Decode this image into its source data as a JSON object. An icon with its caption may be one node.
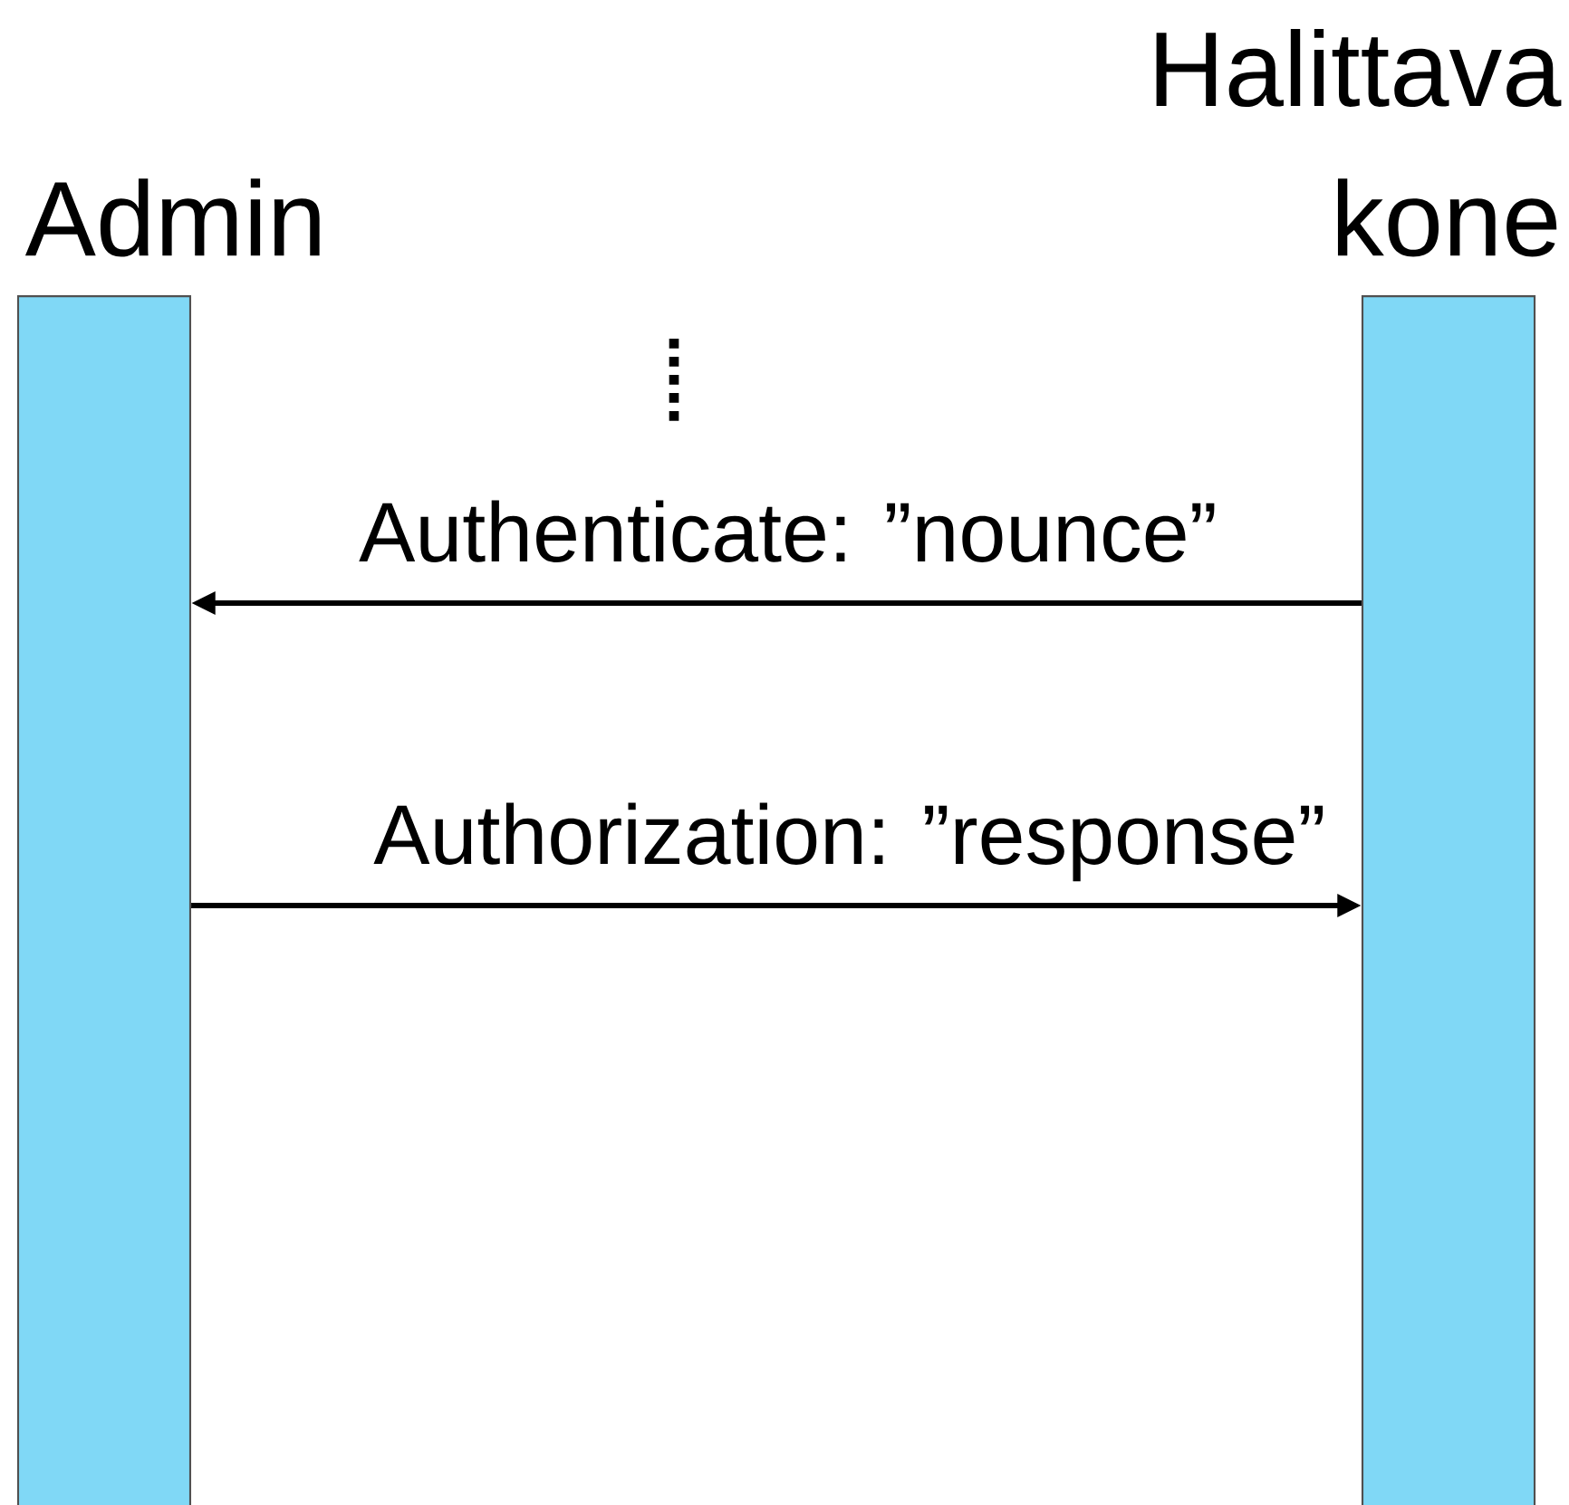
{
  "diagram": {
    "nodes": [
      {
        "text": [
          "Admin"
        ]
      },
      {
        "text": [
          "Halittava kone"
        ]
      }
    ],
    "edges": [
      {
        "from": 1,
        "to": 0,
        "arrow": "to",
        "label": "Authenticate: ”nounce”"
      },
      {
        "from": 0,
        "to": 1,
        "arrow": "to",
        "label": "Authorization: ”response”"
      }
    ]
  }
}
